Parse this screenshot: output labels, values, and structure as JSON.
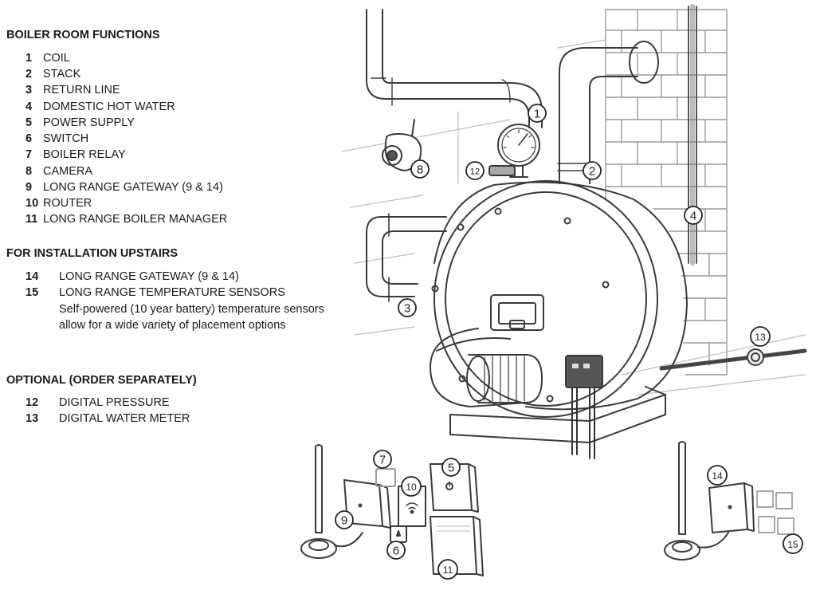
{
  "sections": [
    {
      "title": "BOILER ROOM FUNCTIONS",
      "items": [
        {
          "num": "1",
          "label": "COIL"
        },
        {
          "num": "2",
          "label": "STACK"
        },
        {
          "num": "3",
          "label": "RETURN LINE"
        },
        {
          "num": "4",
          "label": "DOMESTIC HOT WATER"
        },
        {
          "num": "5",
          "label": "POWER SUPPLY"
        },
        {
          "num": "6",
          "label": "SWITCH"
        },
        {
          "num": "7",
          "label": "BOILER RELAY"
        },
        {
          "num": "8",
          "label": "CAMERA"
        },
        {
          "num": "9",
          "label": "LONG RANGE GATEWAY (9 & 14)"
        },
        {
          "num": "10",
          "label": "ROUTER"
        },
        {
          "num": "11",
          "label": "LONG RANGE BOILER MANAGER"
        }
      ]
    },
    {
      "title": "FOR INSTALLATION UPSTAIRS",
      "items": [
        {
          "num": "14",
          "label": "LONG RANGE GATEWAY (9 & 14)"
        },
        {
          "num": "15",
          "label": "LONG RANGE TEMPERATURE SENSORS"
        }
      ],
      "note": "Self-powered (10 year battery) temperature sensors allow for a wide  variety of placement options"
    },
    {
      "title": "OPTIONAL (ORDER SEPARATELY)",
      "items": [
        {
          "num": "12",
          "label": "DIGITAL PRESSURE"
        },
        {
          "num": "13",
          "label": "DIGITAL WATER METER"
        }
      ]
    }
  ],
  "callouts": [
    "1",
    "2",
    "3",
    "4",
    "5",
    "6",
    "7",
    "8",
    "9",
    "10",
    "11",
    "12",
    "13",
    "14",
    "15"
  ]
}
